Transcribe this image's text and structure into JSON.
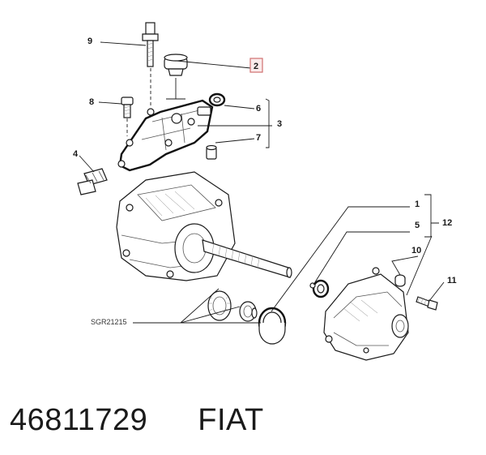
{
  "diagram": {
    "callouts": [
      {
        "id": "9",
        "label": "9"
      },
      {
        "id": "2",
        "label": "2"
      },
      {
        "id": "8",
        "label": "8"
      },
      {
        "id": "6",
        "label": "6"
      },
      {
        "id": "3",
        "label": "3"
      },
      {
        "id": "7",
        "label": "7"
      },
      {
        "id": "4",
        "label": "4"
      },
      {
        "id": "1",
        "label": "1"
      },
      {
        "id": "5",
        "label": "5"
      },
      {
        "id": "12",
        "label": "12"
      },
      {
        "id": "10",
        "label": "10"
      },
      {
        "id": "11",
        "label": "11"
      }
    ],
    "highlighted_callout": "2",
    "highlight_color": "#d07070",
    "reference_code": "SGR21215"
  },
  "caption": {
    "part_number": "46811729",
    "brand": "FIAT"
  }
}
